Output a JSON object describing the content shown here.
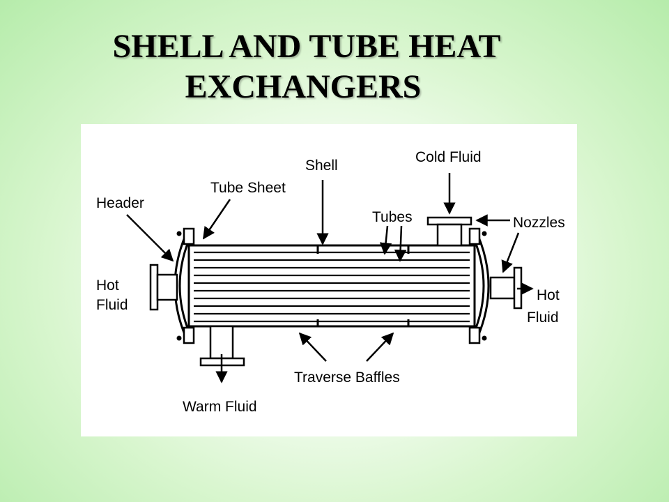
{
  "slide": {
    "title_line_1": "SHELL AND TUBE HEAT",
    "title_line_2": "EXCHANGERS"
  },
  "diagram": {
    "labels": {
      "shell": "Shell",
      "cold_fluid": "Cold Fluid",
      "tube_sheet": "Tube Sheet",
      "header": "Header",
      "tubes": "Tubes",
      "nozzles": "Nozzles",
      "hot_fluid_in_1": "Hot",
      "hot_fluid_in_2": "Fluid",
      "hot_fluid_out_1": "Hot",
      "hot_fluid_out_2": "Fluid",
      "traverse_baffles": "Traverse Baffles",
      "warm_fluid": "Warm Fluid"
    },
    "colors": {
      "ink": "#000000",
      "panel": "#ffffff"
    }
  }
}
